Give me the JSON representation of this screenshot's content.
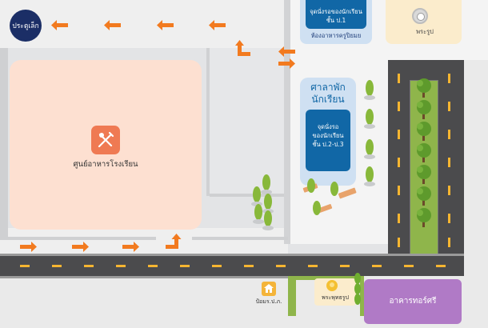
{
  "labels": {
    "gate": "ประตูเล็ก",
    "canteen": "ศูนย์อาหารโรงเรียน",
    "waiting_p1_top": "จุดนั่งรอของนักเรียน",
    "waiting_p1_bottom": "ชั้น ป.1",
    "teacher_canteen": "ห้องอาหารครูปิยมย",
    "buddha_statue": "พระรูป",
    "pavilion_line1": "ศาลาพัก",
    "pavilion_line2": "นักเรียน",
    "waiting_p23_l1": "จุดนั่งรอ",
    "waiting_p23_l2": "ของนักเรียน",
    "waiting_p23_l3": "ชั้น ป.2-ป.3",
    "guard_post": "ป้อมร.ป.ภ.",
    "buddha_image": "พระพุทธรูป",
    "building": "อาคารทอร์ศรี"
  },
  "icons": {
    "canteen": "fork-knife-icon",
    "buddha_statue": "statue-icon",
    "guard_post": "house-icon",
    "buddha_image": "buddha-icon",
    "arrows": "arrow-icon",
    "trees": "tree-icon"
  },
  "colors": {
    "road": "#4b4b4d",
    "lane_marking": "#f6b531",
    "arrow": "#f27a1f",
    "canteen_area": "#fde0d1",
    "canteen_icon": "#ef7a53",
    "waiting_box": "#1167a6",
    "pavilion_bg": "#cfe0f2",
    "gate": "#1b2e66",
    "building": "#b07ac6",
    "tree": "#5e9a2c",
    "median": "#8fb54b"
  }
}
